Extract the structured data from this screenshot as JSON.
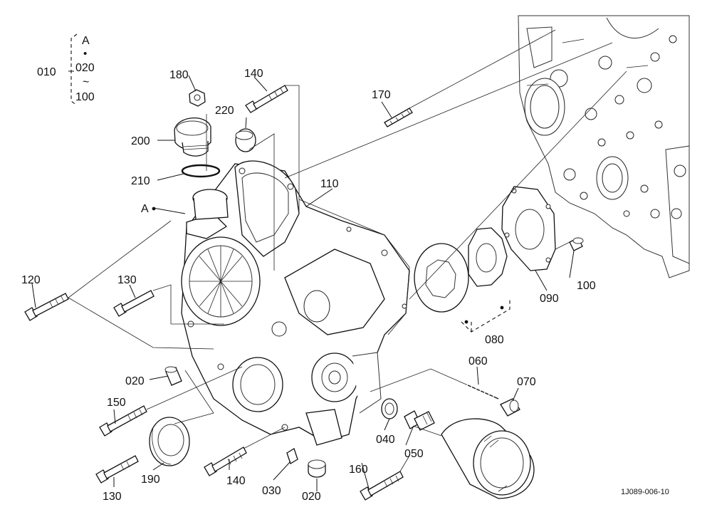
{
  "callouts": {
    "c010": "010",
    "groupA": "A",
    "groupDot": "•",
    "group020": "020",
    "groupTilde": "~",
    "group100": "100",
    "c180": "180",
    "c140_top": "140",
    "c170": "170",
    "c220": "220",
    "c200": "200",
    "c210": "210",
    "c110": "110",
    "labelA": "A",
    "c120": "120",
    "c130_mid": "130",
    "c100": "100",
    "c090": "090",
    "c080": "080",
    "c020_mid": "020",
    "c060": "060",
    "c070": "070",
    "c150": "150",
    "c040": "040",
    "c050": "050",
    "c190": "190",
    "c140_bot": "140",
    "c160": "160",
    "c130_bot": "130",
    "c030": "030",
    "c020_bot": "020"
  },
  "drawing_code": "1J089-006-10"
}
